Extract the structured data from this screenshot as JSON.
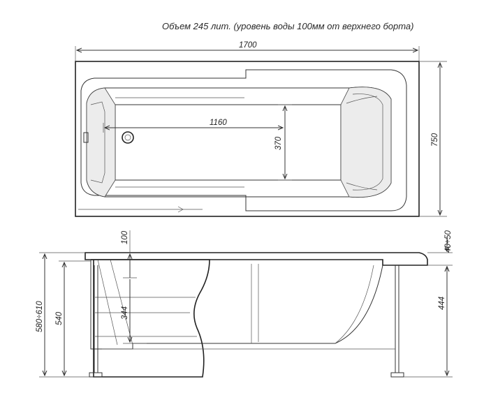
{
  "caption": "Объем 245 лит. (уровень воды 100мм от верхнего борта)",
  "dimensions": {
    "length": "1700",
    "width": "750",
    "inner_length": "1160",
    "inner_width": "370",
    "rim_depth": "100",
    "rim_height": "40÷50",
    "total_height": "580÷610",
    "body_height": "540",
    "inner_depth": "344",
    "leg_height": "444"
  }
}
